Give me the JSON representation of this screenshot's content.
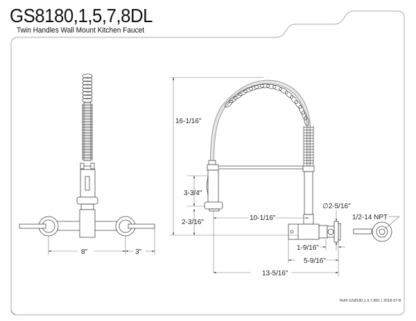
{
  "header": {
    "title": "GS8180,1,5,7,8DL",
    "subtitle": "Twin Handles Wall Mount Kitchen Faucet"
  },
  "footer": {
    "reference": "Ref# GS8180,1,5,7,8DL | 2018-07-B"
  },
  "front_view": {
    "dimensions": {
      "center_spacing": "8\"",
      "handle_length": "3\""
    }
  },
  "side_view": {
    "dimensions": {
      "overall_height": "16-1/16\"",
      "sprayer_height": "3-3/4\"",
      "sprayer_clearance": "2-3/16\"",
      "spout_reach": "10-1/16\"",
      "flange_diameter": "∅2-5/16\"",
      "flange_to_body": "1-9/16\"",
      "body_depth": "5-9/16\"",
      "overall_reach": "13-5/16\""
    }
  },
  "inlet_view": {
    "dimensions": {
      "thread": "1/2-14 NPT"
    }
  },
  "colors": {
    "line": "#444444",
    "frame": "#aaaaaa",
    "text": "#111111",
    "dim_line": "#777777"
  }
}
